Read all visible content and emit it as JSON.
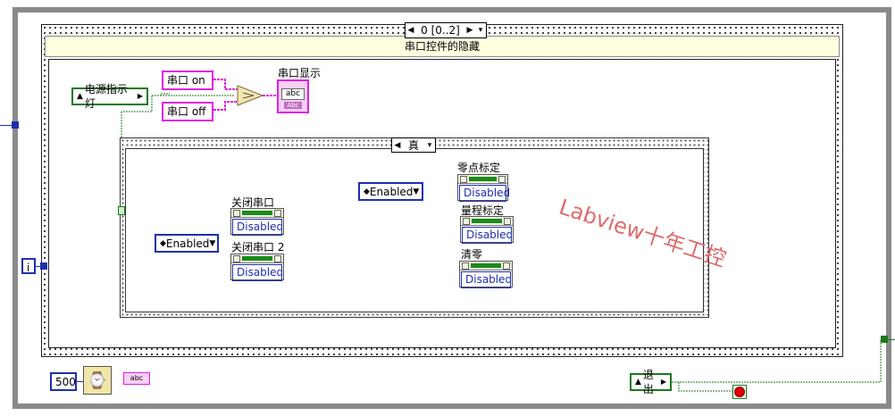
{
  "sequence": {
    "selector_label": "0 [0..2]",
    "frame_title": "串口控件的隐藏"
  },
  "power_indicator": {
    "label": "电源指示灯"
  },
  "string_consts": {
    "on": "串口   on",
    "off": "串口   off"
  },
  "display": {
    "label": "串口显示",
    "icon_text": "abc",
    "icon_sub": "Abc"
  },
  "case_structure": {
    "selector_label": "真"
  },
  "enum_left": {
    "value": "Enabled"
  },
  "enum_right": {
    "value": "Enabled"
  },
  "property_nodes": [
    {
      "label": "关闭串口",
      "value": "Disabled"
    },
    {
      "label": "关闭串口 2",
      "value": "Disabled"
    },
    {
      "label": "零点标定",
      "value": "Disabled"
    },
    {
      "label": "量程标定",
      "value": "Disabled"
    },
    {
      "label": "清零",
      "value": "Disabled"
    }
  ],
  "loop_index": {
    "label": "i"
  },
  "wait_const": {
    "value": "500"
  },
  "exit_button": {
    "label": "退出"
  },
  "watermark": {
    "text": "Labview十年工控"
  },
  "colors": {
    "bool_wire": "#1a7a1a",
    "string_wire": "#e020e0",
    "enum_wire": "#1d2fb0"
  }
}
